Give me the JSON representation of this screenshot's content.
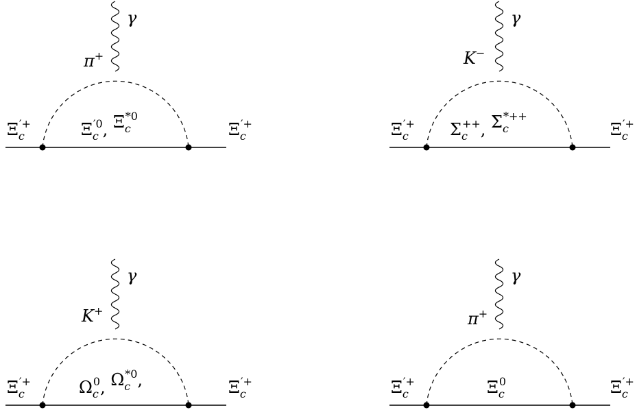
{
  "diagrams": [
    {
      "meson": "π",
      "meson_charge": "+",
      "photon": "γ",
      "left": {
        "base": "Ξ",
        "sub": "c",
        "sup": "′+"
      },
      "right": {
        "base": "Ξ",
        "sub": "c",
        "sup": "′+"
      },
      "internal": [
        {
          "base": "Ξ",
          "sub": "c",
          "sup": "′0",
          "sep": ", "
        },
        {
          "base": "Ξ",
          "sub": "c",
          "sup": "*0",
          "sep": ""
        }
      ]
    },
    {
      "meson": "K",
      "meson_charge": "−",
      "photon": "γ",
      "left": {
        "base": "Ξ",
        "sub": "c",
        "sup": "′+"
      },
      "right": {
        "base": "Ξ",
        "sub": "c",
        "sup": "′+"
      },
      "internal": [
        {
          "base": "Σ",
          "sub": "c",
          "sup": "++",
          "sep": ", "
        },
        {
          "base": "Σ",
          "sub": "c",
          "sup": "*++",
          "sep": ""
        }
      ]
    },
    {
      "meson": "K",
      "meson_charge": "+",
      "photon": "γ",
      "left": {
        "base": "Ξ",
        "sub": "c",
        "sup": "′+"
      },
      "right": {
        "base": "Ξ",
        "sub": "c",
        "sup": "′+"
      },
      "internal": [
        {
          "base": "Ω",
          "sub": "c",
          "sup": "0",
          "sep": ", "
        },
        {
          "base": "Ω",
          "sub": "c",
          "sup": "*0",
          "sep": ","
        }
      ]
    },
    {
      "meson": "π",
      "meson_charge": "+",
      "photon": "γ",
      "left": {
        "base": "Ξ",
        "sub": "c",
        "sup": "′+"
      },
      "right": {
        "base": "Ξ",
        "sub": "c",
        "sup": "′+"
      },
      "internal": [
        {
          "base": "Ξ",
          "sub": "c",
          "sup": "0",
          "sep": ""
        }
      ]
    }
  ]
}
